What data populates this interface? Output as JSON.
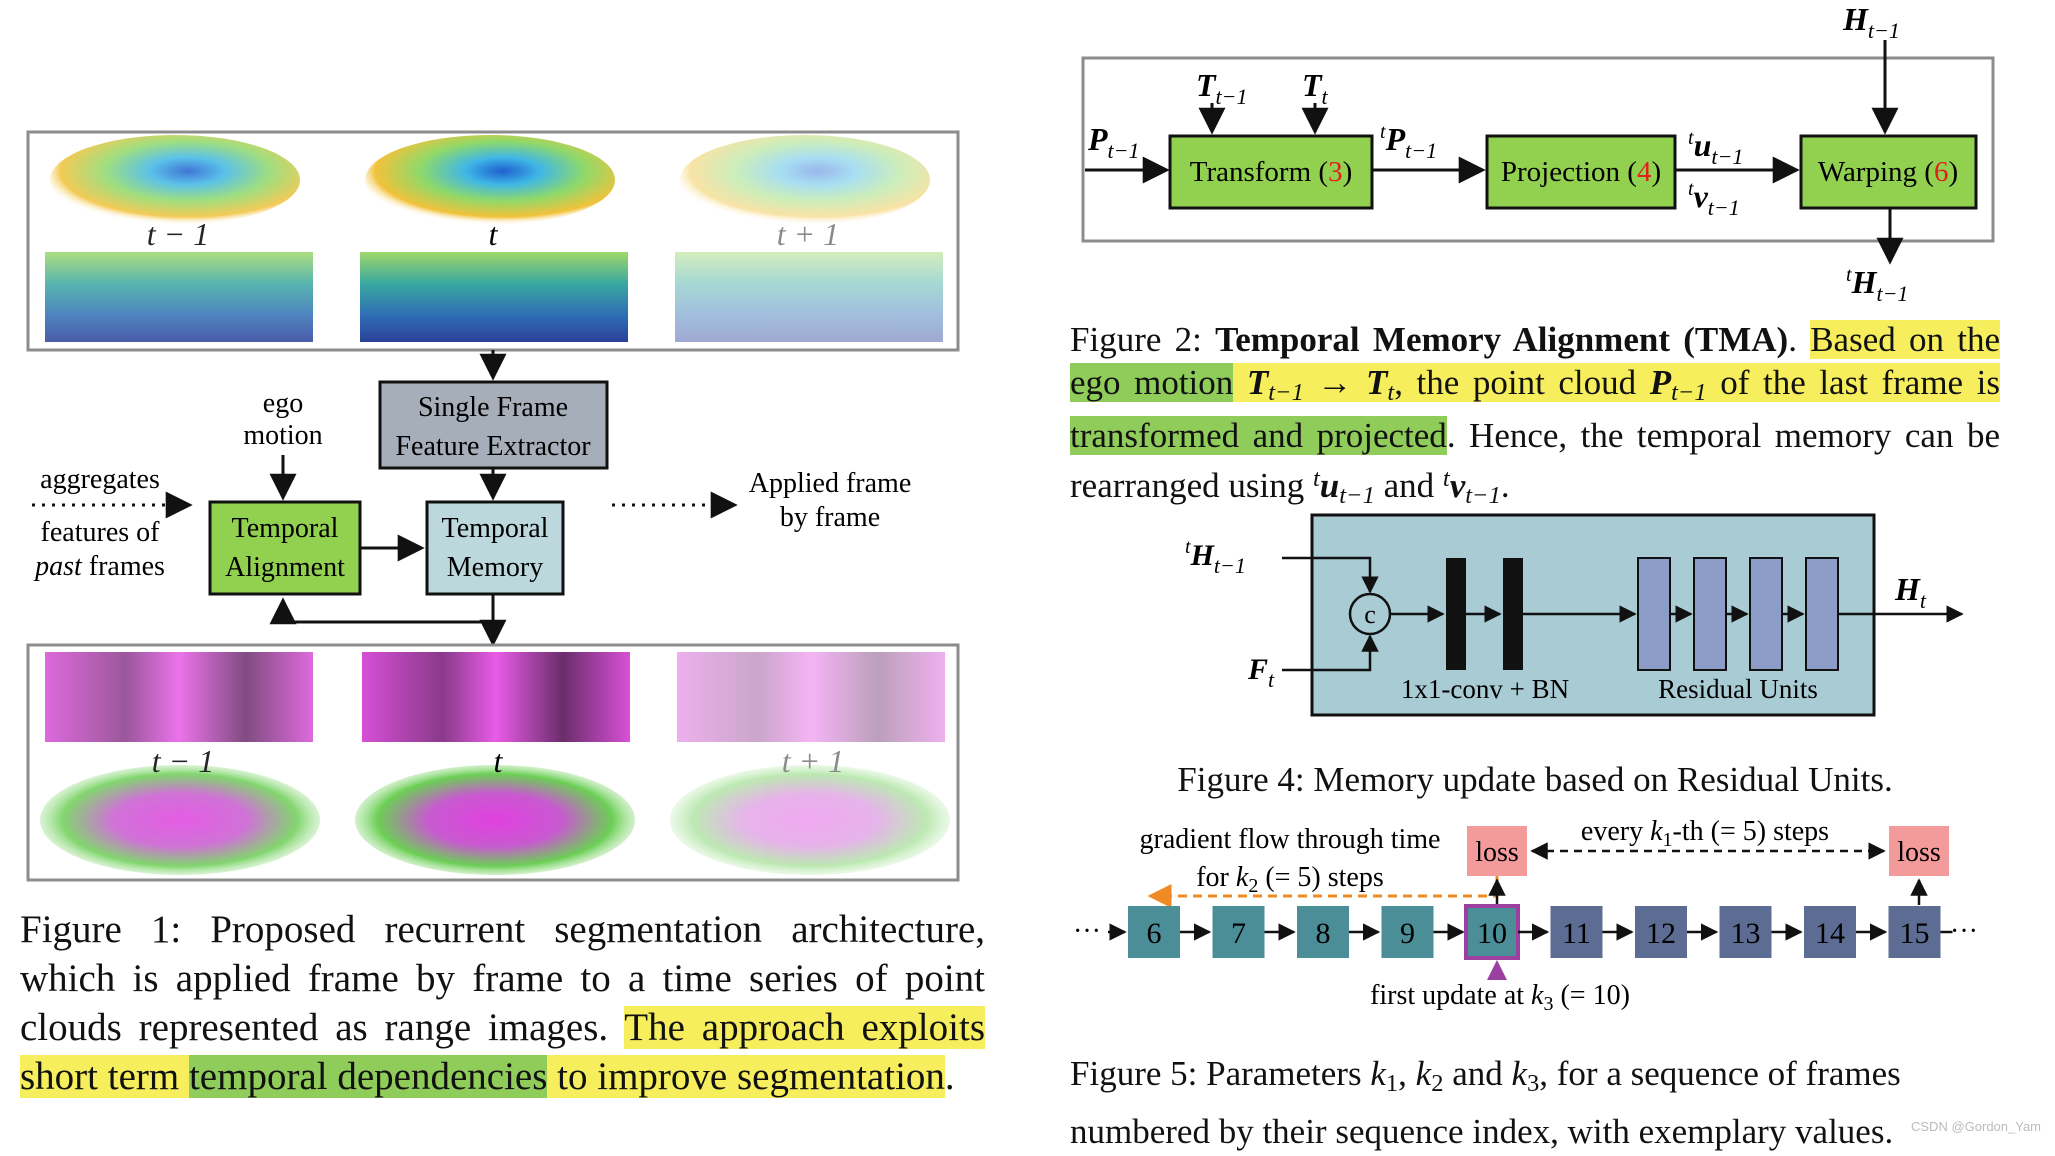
{
  "fig1": {
    "frame_labels_top": [
      "t − 1",
      "t",
      "t + 1"
    ],
    "frame_labels_bottom": [
      "t − 1",
      "t",
      "t + 1"
    ],
    "extractor_lines": [
      "Single Frame",
      "Feature Extractor"
    ],
    "alignment_lines": [
      "Temporal",
      "Alignment"
    ],
    "memory_lines": [
      "Temporal",
      "Memory"
    ],
    "ego_lines": [
      "ego",
      "motion"
    ],
    "aggregates": "aggregates",
    "features_of": "features of",
    "past": "past",
    "frames": "frames",
    "applied_lines": [
      "Applied frame",
      "by frame"
    ]
  },
  "fig2": {
    "transform_label": "Transform (",
    "transform_ref": "3",
    "projection_label": "Projection (",
    "projection_ref": "4",
    "warping_label": "Warping (",
    "warping_ref": "6",
    "close_paren": ")",
    "P": "P",
    "t1": "t−1",
    "T": "T",
    "t": "t",
    "H": "H",
    "u": "u",
    "v": "v"
  },
  "fig4": {
    "conv_label": "1x1-conv + BN",
    "res_label": "Residual Units",
    "concat": "c",
    "H": "H",
    "F": "F",
    "t": "t",
    "t1": "t−1"
  },
  "fig5": {
    "frames": [
      "6",
      "7",
      "8",
      "9",
      "10",
      "11",
      "12",
      "13",
      "14",
      "15"
    ],
    "loss": "loss",
    "gradient_line1": "gradient flow through time",
    "gradient_line2_pre": "for ",
    "gradient_line2_post": " (= 5) steps",
    "every_pre": "every ",
    "every_post": "-th (= 5) steps",
    "first_update_pre": "first update at ",
    "first_update_post": " (= 10)",
    "k1": "k",
    "k2": "k",
    "k3": "k",
    "i1": "1",
    "i2": "2",
    "i3": "3",
    "dots": "···"
  },
  "captions": {
    "fig1": {
      "lead": "Figure 1:  Proposed recurrent segmentation architecture, which is applied frame by frame to a time series of point clouds represented as range images. ",
      "hl1": "The approach exploits short term ",
      "hl2": "temporal dependencies",
      "hl3": " to improve segmentation",
      "end": "."
    },
    "fig2": {
      "lead": "Figure 2:  ",
      "title": "Temporal Memory Alignment (TMA)",
      "dot": ". ",
      "hl_based": "Based on the ",
      "hl_ego": "ego motion",
      "hl_mid1": " ",
      "T": "T",
      "arrow": " → ",
      "hl_mid2": ", the point cloud ",
      "P": "P",
      "hl_mid3": " of the last frame is ",
      "hl_trans": "transformed and projected",
      "rest": ". Hence, the temporal memory can be rearranged using ",
      "and": " and ",
      "u": "u",
      "v": "v",
      "t": "t",
      "t1": "t−1",
      "period": "."
    },
    "fig4": "Figure 4: Memory update based on Residual Units.",
    "fig5": {
      "lead": "Figure 5: Parameters ",
      "sep1": ", ",
      "sep2": " and ",
      "rest": ", for a sequence of frames numbered by their sequence index, with exemplary values.",
      "k": "k",
      "i1": "1",
      "i2": "2",
      "i3": "3"
    }
  },
  "watermark": "CSDN @Gordon_Yam",
  "colors": {
    "green_box": "#92d050",
    "gray_box": "#a6aeb9",
    "blue_box": "#bcd8dd",
    "panel": "#a9ccd4",
    "res_unit": "#8b9cc6",
    "teal_frame": "#4b8e98",
    "slate_frame": "#5c6c92",
    "loss": "#f39a9a",
    "highlight_yellow": "#f6ee5c",
    "highlight_green": "#8fcc5a",
    "orange_arrow": "#f08a24",
    "purple": "#9b3fa0",
    "red_ref": "#e0201c"
  }
}
